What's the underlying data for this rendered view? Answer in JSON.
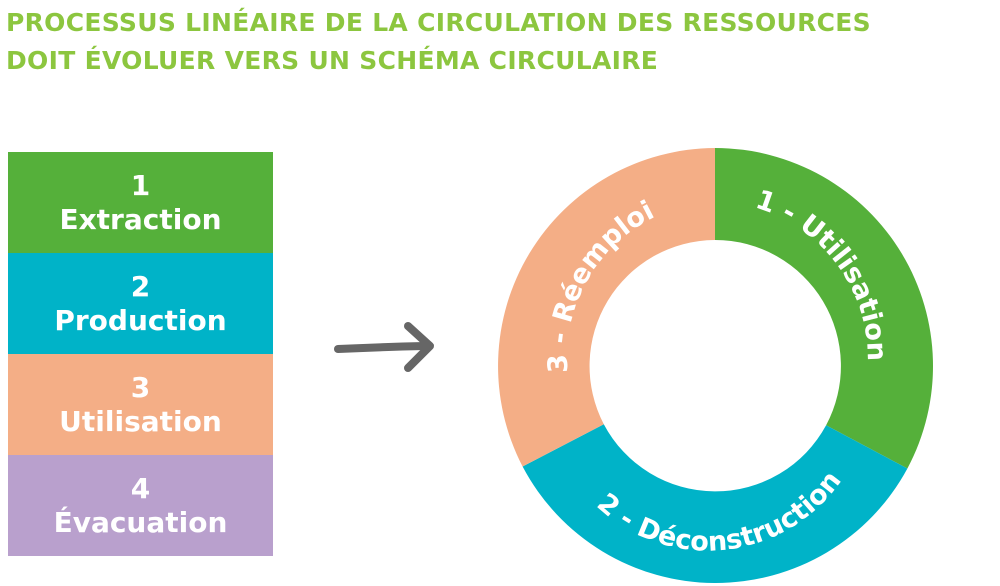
{
  "title": {
    "line1": "PROCESSUS LINÉAIRE DE LA CIRCULATION DES RESSOURCES",
    "line2": "DOIT ÉVOLUER VERS UN SCHÉMA CIRCULAIRE"
  },
  "linear_steps": [
    {
      "number": "1",
      "label": "Extraction",
      "color": "#55b03a"
    },
    {
      "number": "2",
      "label": "Production",
      "color": "#00b3c8"
    },
    {
      "number": "3",
      "label": "Utilisation",
      "color": "#f4ae86"
    },
    {
      "number": "4",
      "label": "Évacuation",
      "color": "#b9a0cd"
    }
  ],
  "arrow": {
    "icon": "right-arrow-icon",
    "color": "#666666"
  },
  "circular_steps": [
    {
      "label": "1 - Utilisation",
      "color": "#55b03a"
    },
    {
      "label": "2 - Déconstruction",
      "color": "#00b3c8"
    },
    {
      "label": "3 - Réemploi",
      "color": "#f4ae86"
    }
  ]
}
